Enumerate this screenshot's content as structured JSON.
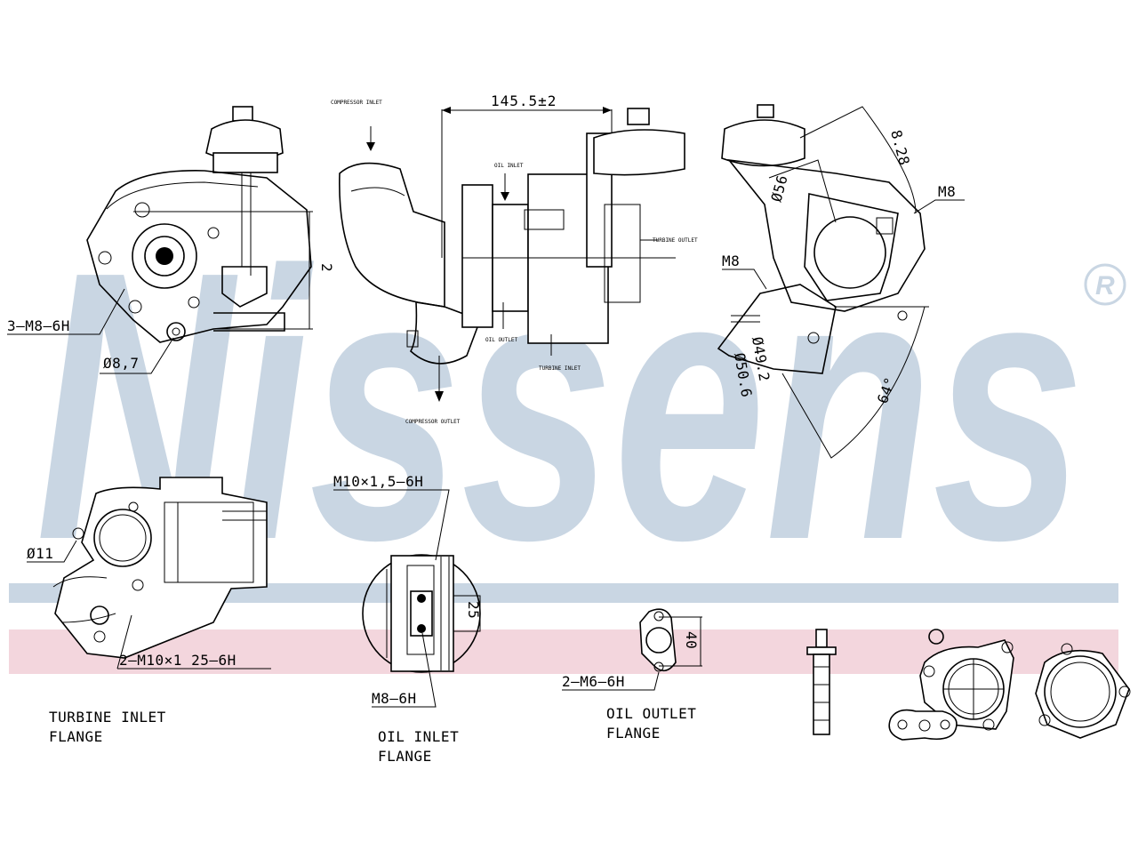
{
  "watermark": {
    "text": "Nissens",
    "mark": "®",
    "color": "#c9d6e3",
    "band_blue": "#c9d6e3",
    "band_pink": "#f3d6dd"
  },
  "dimensions": {
    "overall_length": "145.5±2",
    "side_height": "2",
    "diameter_top": "Ø56",
    "radius": "8.28",
    "dia_left_1": "Ø50.6",
    "dia_left_2": "Ø49.2",
    "angle": "64°",
    "bolt_dia": "Ø8,7",
    "flange_dia": "Ø11",
    "oil_flange_height": "25",
    "oil_outlet_height": "40"
  },
  "labels": {
    "thread_3m8": "3–M8–6H",
    "m8_right": "M8",
    "m8_mid": "M8",
    "m10x15": "M10×1,5–6H",
    "m10x125": "2–M10×1 25–6H",
    "m8_6h": "M8–6H",
    "m6_6h": "2–M6–6H",
    "compressor_inlet": "COMPRESSOR INLET",
    "compressor_outlet": "COMPRESSOR OUTLET",
    "oil_inlet_small": "OIL INLET",
    "oil_outlet_small": "OIL OUTLET",
    "turbine_inlet_small": "TURBINE INLET",
    "turbine_outlet_small": "TURBINE OUTLET"
  },
  "captions": {
    "turbine_inlet_l1": "TURBINE INLET",
    "turbine_inlet_l2": "FLANGE",
    "oil_inlet_l1": "OIL INLET",
    "oil_inlet_l2": "FLANGE",
    "oil_outlet_l1": "OIL OUTLET",
    "oil_outlet_l2": "FLANGE"
  }
}
